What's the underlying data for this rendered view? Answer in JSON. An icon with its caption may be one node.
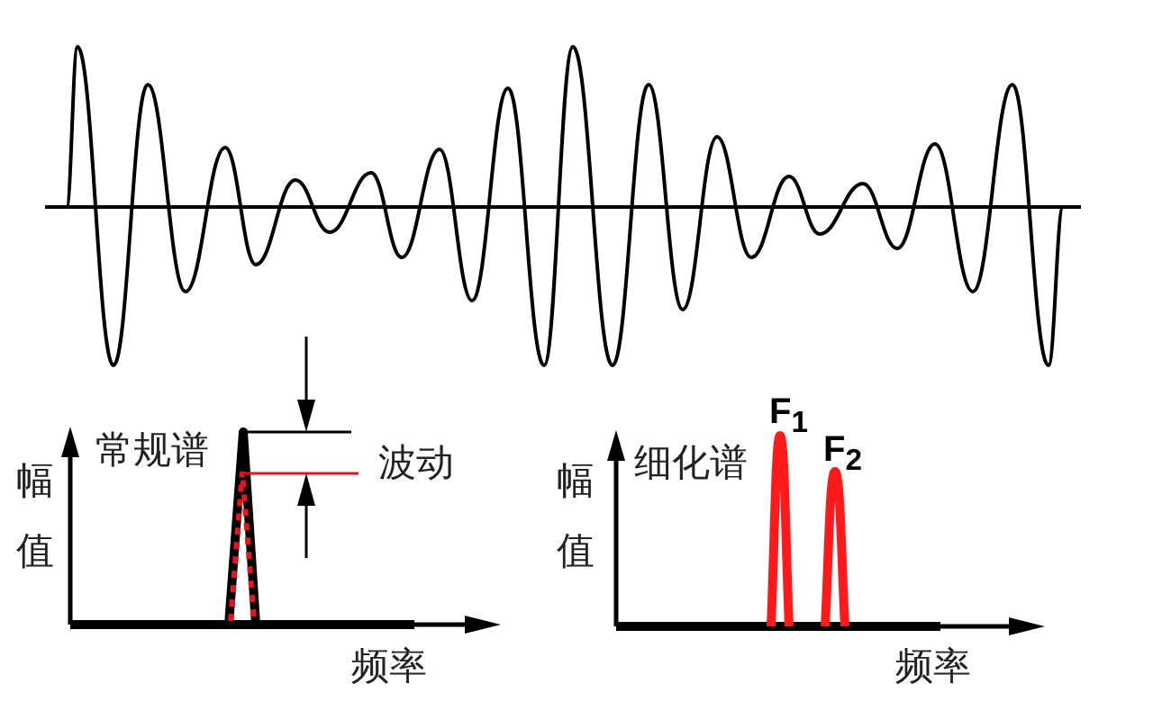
{
  "diagram": {
    "labels": [
      "常规谱",
      "波动",
      "幅值",
      "频率",
      "F$_{1}$",
      "细化谱",
      "F$_{2}$",
      "幅值",
      "频率"
    ]
  }
}
